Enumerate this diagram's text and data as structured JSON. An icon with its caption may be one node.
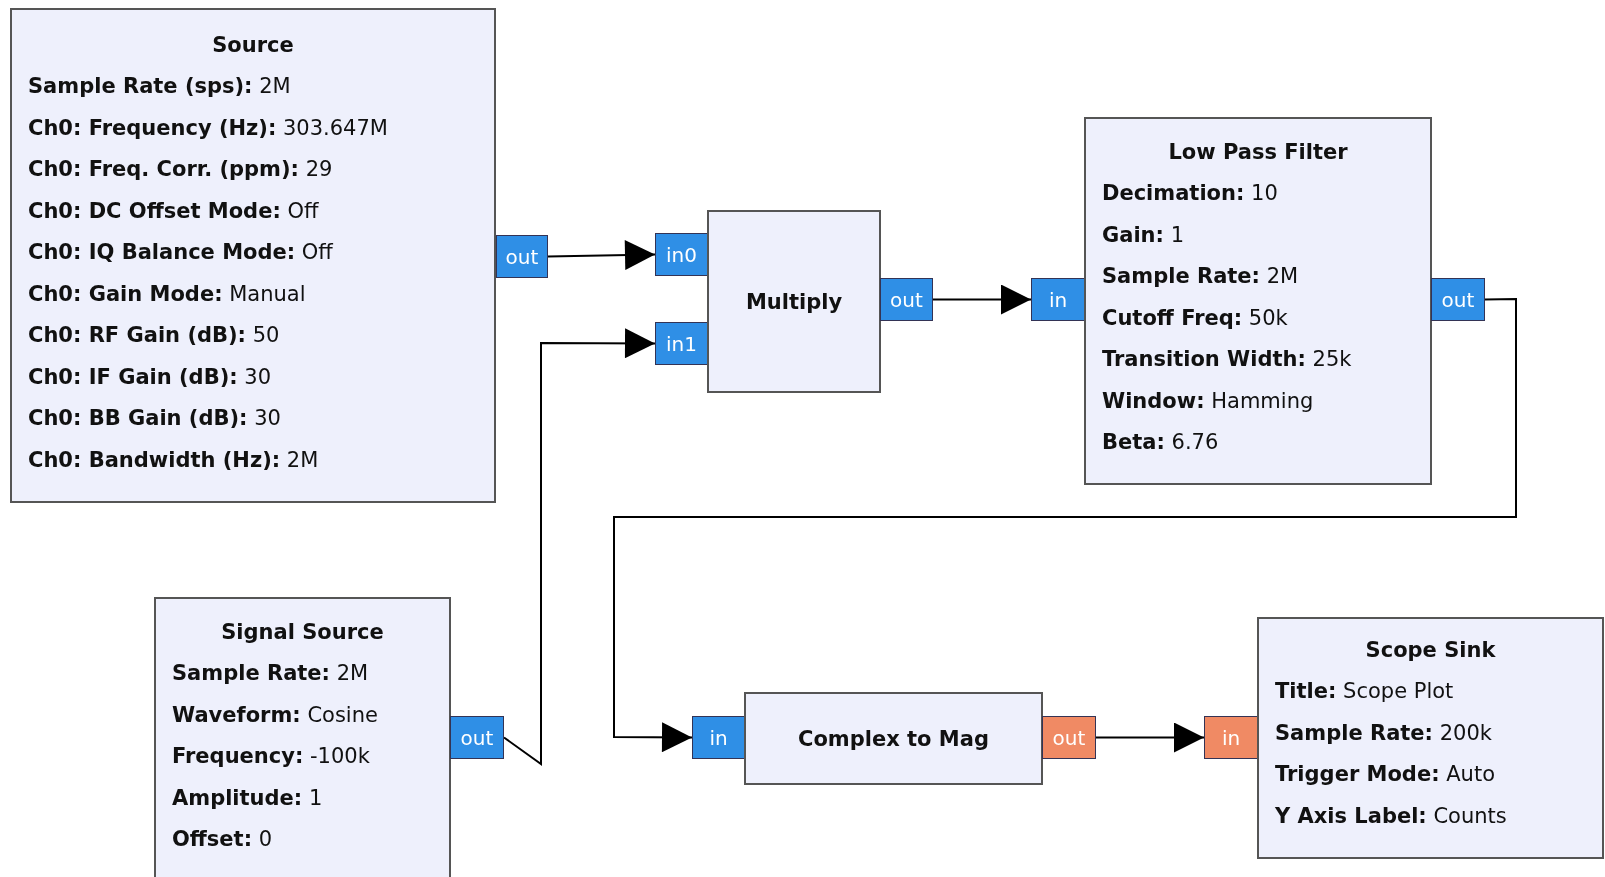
{
  "diagram": {
    "nodes": [
      {
        "text": [
          "Source",
          "**Sample Rate (sps):** 2M",
          "**Ch0: Frequency (Hz):** 303.647M",
          "**Ch0: Freq. Corr. (ppm):** 29",
          "**Ch0: DC Offset Mode:** Off",
          "**Ch0: IQ Balance Mode:** Off",
          "**Ch0: Gain Mode:** Manual",
          "**Ch0: RF Gain (dB):** 50",
          "**Ch0: IF Gain (dB):** 30",
          "**Ch0: BB Gain (dB):** 30",
          "**Ch0: Bandwidth (Hz):** 2M"
        ]
      },
      {
        "text": [
          "out"
        ]
      },
      {
        "text": [
          "in0"
        ]
      },
      {
        "text": [
          "in1"
        ]
      },
      {
        "text": [
          "Multiply"
        ]
      },
      {
        "text": [
          "out"
        ]
      },
      {
        "text": [
          "in"
        ]
      },
      {
        "text": [
          "Low Pass Filter",
          "**Decimation:** 10",
          "**Gain:** 1",
          "**Sample Rate:** 2M",
          "**Cutoff Freq:** 50k",
          "**Transition Width:** 25k",
          "**Window:** Hamming",
          "**Beta:** 6.76"
        ]
      },
      {
        "text": [
          "out"
        ]
      },
      {
        "text": [
          "Signal Source",
          "**Sample Rate:** 2M",
          "**Waveform:** Cosine",
          "**Frequency:** -100k",
          "**Amplitude:** 1",
          "**Offset:** 0"
        ]
      },
      {
        "text": [
          "out"
        ]
      },
      {
        "text": [
          "in"
        ]
      },
      {
        "text": [
          "Complex to Mag"
        ]
      },
      {
        "text": [
          "out"
        ]
      },
      {
        "text": [
          "in"
        ]
      },
      {
        "text": [
          "Scope Sink",
          "**Title:** Scope Plot",
          "**Sample Rate:** 200k",
          "**Trigger Mode:** Auto",
          "**Y Axis Label:** Counts"
        ]
      }
    ],
    "edges": [
      {
        "from": 1,
        "to": 2,
        "arrow": "to"
      },
      {
        "from": 10,
        "to": 3,
        "arrow": "to"
      },
      {
        "from": 5,
        "to": 6,
        "arrow": "to"
      },
      {
        "from": 8,
        "to": 11,
        "arrow": "to"
      },
      {
        "from": 13,
        "to": 14,
        "arrow": "to"
      }
    ]
  }
}
